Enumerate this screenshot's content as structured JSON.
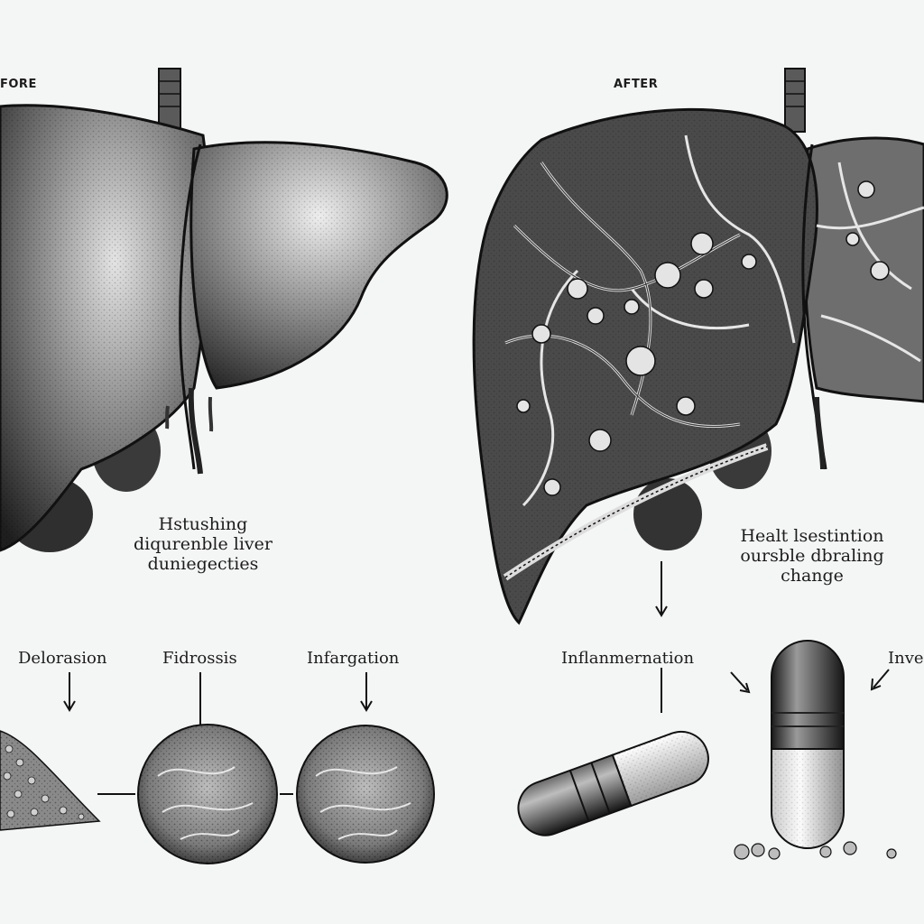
{
  "headers": {
    "before": "FORE",
    "after": "AFTER"
  },
  "captions": {
    "before": [
      "Hstushing",
      "diqurenble liver",
      "duniegecties"
    ],
    "after": [
      "Healt lsestintion",
      "oursble dbraling",
      "change"
    ]
  },
  "terms": {
    "t1": "Delorasion",
    "t2": "Fidrossis",
    "t3": "Infargation",
    "t4": "Inflanmernation",
    "t5": "Inve"
  },
  "colors": {
    "ink": "#1c1c1c",
    "paper": "#f4f6f5",
    "liver_dark": "#3a3a3a",
    "liver_mid": "#7a7a7a",
    "liver_light": "#d8d8d8"
  }
}
